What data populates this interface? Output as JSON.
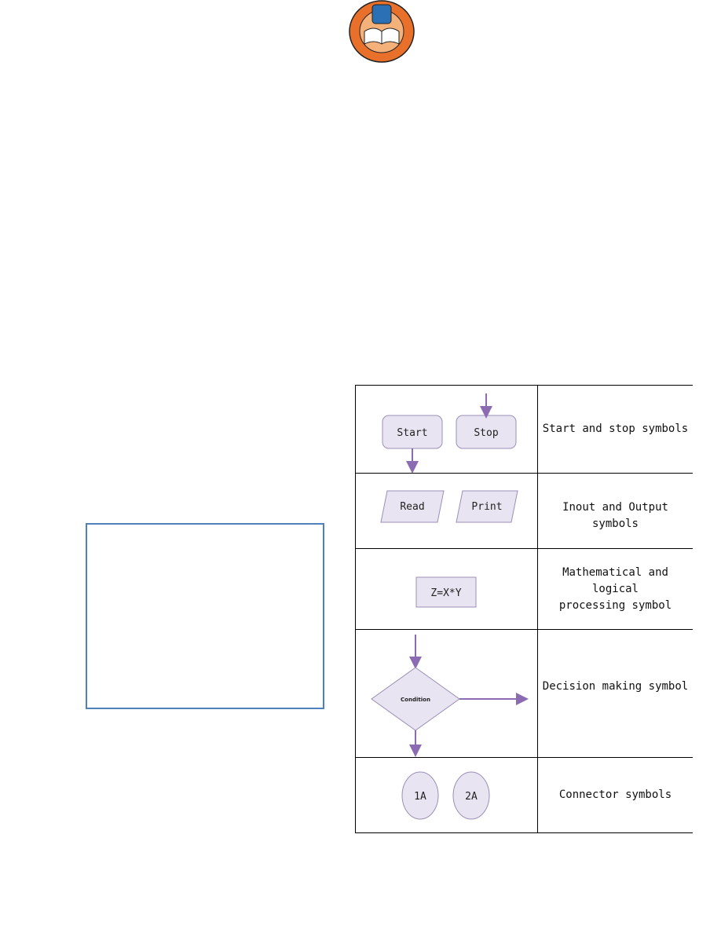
{
  "logo": {
    "colors": {
      "outer": "#e8702a",
      "inner": "#2b6fb4",
      "ring": "#222222"
    }
  },
  "symbols": {
    "rows": [
      {
        "shapes": [
          "Start",
          "Stop"
        ],
        "label": "Start and stop symbols"
      },
      {
        "shapes": [
          "Read",
          "Print"
        ],
        "label": "Inout and Output symbols"
      },
      {
        "shapes": [
          "Z=X*Y"
        ],
        "label_lines": [
          "Mathematical and logical",
          "processing symbol"
        ]
      },
      {
        "shapes": [
          "Condition"
        ],
        "label": "Decision making symbol"
      },
      {
        "shapes": [
          "1A",
          "2A"
        ],
        "label": "Connector symbols"
      }
    ],
    "colors": {
      "fill": "#e9e4f2",
      "stroke": "#9a8fb5",
      "arrow": "#8b6bb1"
    }
  }
}
